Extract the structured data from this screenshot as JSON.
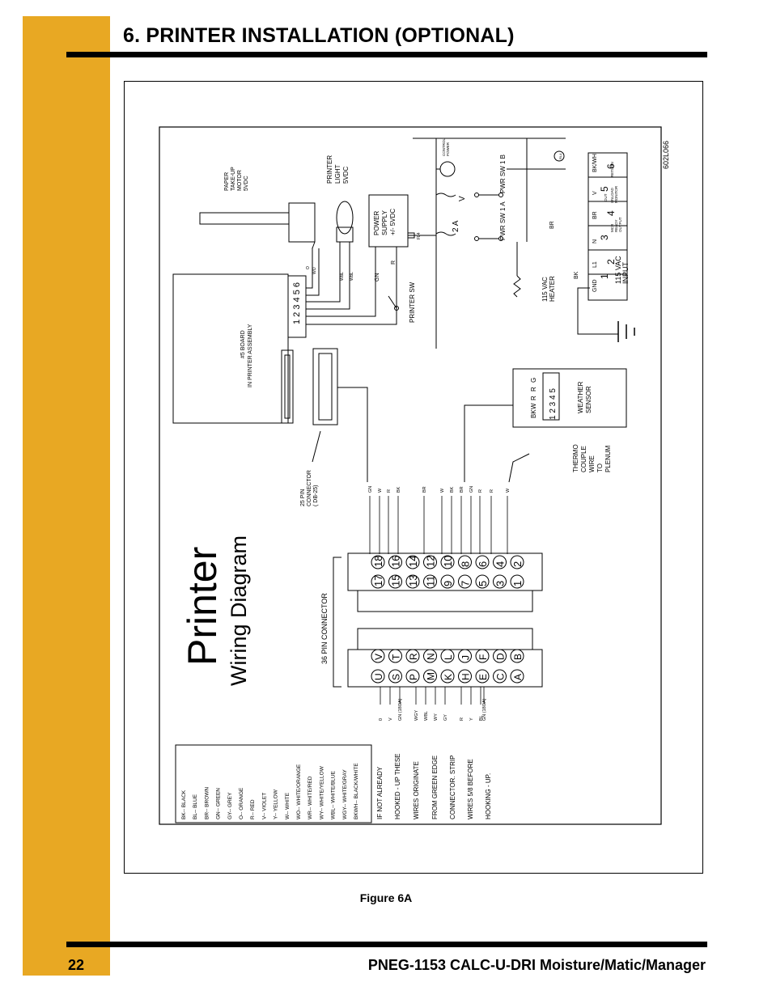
{
  "header": {
    "title": "6. PRINTER INSTALLATION (OPTIONAL)"
  },
  "footer": {
    "page_number": "22",
    "document": "PNEG-1153 CALC-U-DRI Moisture/Matic/Manager"
  },
  "figure": {
    "caption": "Figure 6A",
    "drawing_number": "602L066",
    "title_main": "Printer",
    "title_sub": "Wiring Diagram",
    "board_label_1": "#5 BOARD",
    "board_label_2": "IN PRINTER ASSEMBLY",
    "board_pins": "1 2 3 4 5 6",
    "paper_motor": [
      "PAPER",
      "TAKE-UP",
      "MOTOR",
      "5VDC"
    ],
    "printer_light": [
      "PRINTER",
      "LIGHT",
      "5VDC"
    ],
    "power_supply": [
      "POWER",
      "SUPPLY",
      "+/- 5VDC"
    ],
    "printer_sw": "PRINTER SW",
    "control_power": [
      "CONTROL",
      "POWER"
    ],
    "pwr_sw_1b": "PWR SW 1 B",
    "pwr_sw_1a": "PWR SW 1 A",
    "heater": [
      "115 VAC",
      "HEATER"
    ],
    "terminal_top_nums": [
      "1",
      "2",
      "3",
      "4",
      "5",
      "6"
    ],
    "terminal_top_labels": [
      "GND",
      "L1",
      "N",
      "BR",
      "V",
      "BK/WH"
    ],
    "terminal_bottom": [
      "115 VAC",
      "INPUT"
    ],
    "terminal_small_1": [
      "MCR",
      "READY",
      "OUTPUT"
    ],
    "terminal_small_2": [
      "UNLOAD",
      "MONITOR"
    ],
    "terminal_small_3": [
      "RETURN"
    ],
    "terminal_small_4": [
      "OUT"
    ],
    "weather_sensor": [
      "WEATHER",
      "SENSOR"
    ],
    "weather_pins": "1 2 3 4 5",
    "weather_colors": [
      "BK",
      "W",
      "R",
      "R",
      "G"
    ],
    "thermocouple": [
      "THERMO",
      "COUPLE",
      "WIRE",
      "TO",
      "PLENUM"
    ],
    "connector_25": [
      "25 PIN",
      "CONNECTOR",
      "( DB-25)"
    ],
    "connector_36": "36 PIN CONNECTOR",
    "pins_36_top": [
      "18",
      "16",
      "14",
      "12",
      "10",
      "8",
      "6",
      "4",
      "2"
    ],
    "pins_36_bottom": [
      "17",
      "15",
      "13",
      "11",
      "9",
      "7",
      "5",
      "3",
      "1"
    ],
    "letters_top": [
      "V",
      "T",
      "R",
      "N",
      "L",
      "J",
      "F",
      "D",
      "B"
    ],
    "letters_bottom": [
      "U",
      "S",
      "P",
      "M",
      "K",
      "H",
      "E",
      "C",
      "A"
    ],
    "wire_tags_upper": [
      "GN",
      "W",
      "R",
      "BK",
      "BR",
      "W",
      "BK",
      "BR",
      "GN",
      "R",
      "R",
      "W"
    ],
    "wire_tags_lower": [
      "0",
      "V",
      "GN (18GA)",
      "WGY",
      "WBL",
      "WY",
      "GY",
      "R",
      "Y",
      "BL",
      "GN (18GA)"
    ],
    "label_gn": "GN",
    "label_r": "R",
    "label_bk": "BK",
    "label_br": "BR",
    "label_2a": "2 A",
    "label_v": "V",
    "color_legend": [
      "BK-- BLACK",
      "BL-- BLUE",
      "BR-- BROWN",
      "GN-- GREEN",
      "GY-- GREY",
      "O-- ORANGE",
      "R-- RED",
      "V-- VIOLET",
      "Y-- YELLOW",
      "W-- WHITE",
      "WO-- WHITE/ORANGE",
      "WR-- WHITE/RED",
      "WY-- WHITE/YELLOW",
      "WBL-- WHITE/BLUE",
      "WGY-- WHITE/GRAY",
      "BKWH-- BLACK/WHITE"
    ],
    "note_lines": [
      "IF NOT ALREADY",
      "HOOKED - UP THESE",
      "WIRES ORIGINATE",
      "FROM GREEN EDGE",
      "CONNECTOR. STRIP",
      "WIRES 5/8 BEFORE",
      "HOOKING - UP."
    ]
  }
}
